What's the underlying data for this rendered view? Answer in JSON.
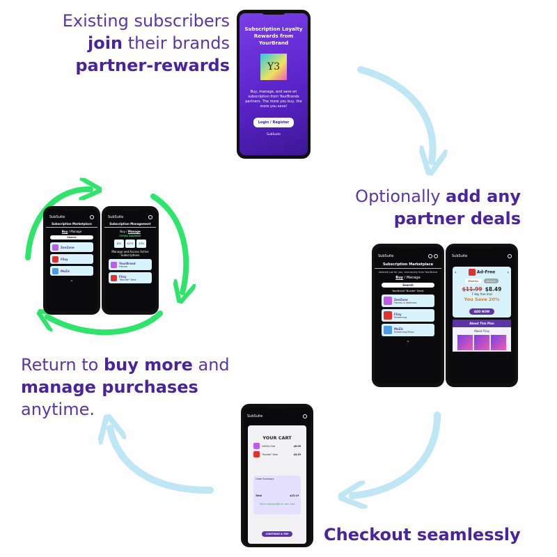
{
  "captions": {
    "step1": {
      "line1": "Existing subscribers",
      "bold1": "join",
      "rest1": " their brands",
      "bold2": "partner-rewards"
    },
    "step2": {
      "pre": "Optionally ",
      "bold1": "add any",
      "bold2": "partner deals"
    },
    "step3": {
      "pre": "Return to ",
      "bold1": "buy more",
      "mid": " and",
      "bold2": "manage purchases",
      "rest": "anytime."
    },
    "step4": "Checkout seamlessly"
  },
  "rewards_phone": {
    "title": "Subscription Loyalty Rewards from YourBrand",
    "logo_text": "Y3",
    "body": "Buy, manage, and save on subscription from YourBrands partners. The more you buy, the more you save!",
    "login": "Login / Register",
    "footer": "SubSuite"
  },
  "marketplace_phone": {
    "brand": "SubSuite",
    "title": "Subscription Marketplace",
    "tailored": "tailored just for you, exclusively from YourBrand",
    "buy": "Buy",
    "sep": "/",
    "manage": "Manage",
    "search": "Search",
    "deals_heading": "YourBrand \"Bundle\" Deals",
    "cards": [
      {
        "name": "ZenZone",
        "sub": "Fitness & Wellness"
      },
      {
        "name": "Flixy",
        "sub": "Streaming"
      },
      {
        "name": "MoZic",
        "sub": "Streaming Music"
      }
    ],
    "chevron": "⌄"
  },
  "plan_phone": {
    "brand": "SubSuite",
    "plan": "Ad-Free",
    "tab_monthly": "Monthly",
    "tab_annual": "Annual",
    "old_price": "$11.99",
    "new_price": "$8.49",
    "trial": "7 day free trial",
    "save": "You Save 20%",
    "add": "ADD NOW",
    "about_plan": "About This Plan",
    "about_flixy": "About Flixy"
  },
  "cart_phone": {
    "brand": "SubSuite",
    "title": "YOUR CART",
    "items": [
      {
        "name": "Infinity Hub",
        "price": "$8.00"
      },
      {
        "name": "\"Bundle\" Deal",
        "price": "$5.49"
      }
    ],
    "summary_label": "Order Summary",
    "total_label": "Total",
    "total_value": "$23.19",
    "savings": "You're saving $$$ on your cart",
    "button": "CONTINUE & PAY"
  },
  "manage_phone": {
    "brand": "SubSuite",
    "title": "Subscription Management",
    "buy": "Buy",
    "sep": "/",
    "manage": "Manage",
    "savings_heading": "TOTAL SAVINGS",
    "stats": [
      "$31",
      "$273",
      "23%"
    ],
    "manage_heading": "Manage and Access Active Subscriptions",
    "cards": [
      {
        "name": "YourBrand",
        "sub": "Fitness"
      },
      {
        "name": "Flixy",
        "sub": "\"Bundle\" Deal"
      }
    ]
  },
  "colors": {
    "purple": "#5b35a8",
    "arrow_blue": "#bfe6f5",
    "arrow_green": "#2ee56b",
    "highlight_green": "#3fd46e"
  }
}
